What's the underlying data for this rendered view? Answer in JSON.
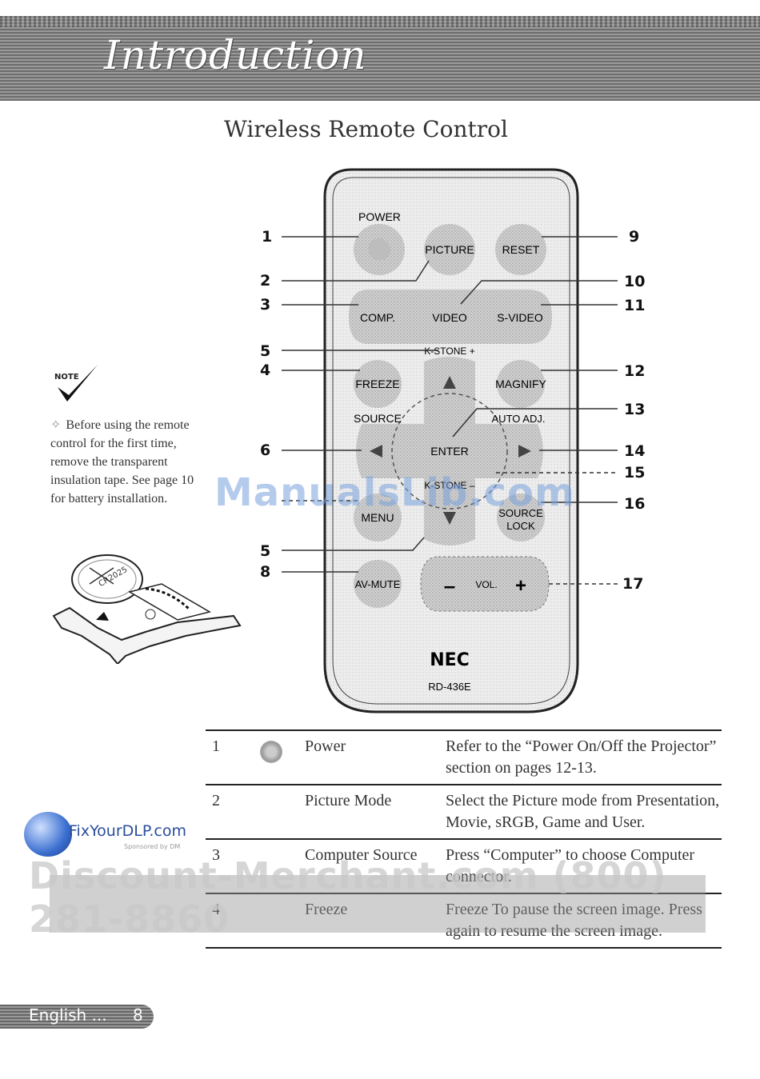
{
  "header": {
    "title": "Introduction"
  },
  "section": {
    "title": "Wireless Remote Control"
  },
  "note": {
    "label": "NOTE",
    "text": "Before using the remote control for the first time, remove the transparent insulation tape. See page 10 for battery installation."
  },
  "remote": {
    "buttons": {
      "power": "POWER",
      "picture": "PICTURE",
      "reset": "RESET",
      "comp": "COMP.",
      "video": "VIDEO",
      "svideo": "S-VIDEO",
      "kstone_plus": "K-STONE +",
      "freeze": "FREEZE",
      "magnify": "MAGNIFY",
      "source": "SOURCE",
      "auto_adj": "AUTO ADJ.",
      "enter": "ENTER",
      "kstone_minus": "K-STONE –",
      "menu": "MENU",
      "source_lock_1": "SOURCE",
      "source_lock_2": "LOCK",
      "av_mute": "AV-MUTE",
      "vol": "VOL.",
      "vol_minus": "–",
      "vol_plus": "+"
    },
    "brand": "NEC",
    "model": "RD-436E"
  },
  "callouts": {
    "c1": "1",
    "c2": "2",
    "c3": "3",
    "c5a": "5",
    "c4": "4",
    "c6": "6",
    "c5b": "5",
    "c8": "8",
    "c9": "9",
    "c10": "10",
    "c11": "11",
    "c12": "12",
    "c13": "13",
    "c14": "14",
    "c15": "15",
    "c16": "16",
    "c17": "17"
  },
  "table": {
    "rows": [
      {
        "num": "1",
        "name": "Power",
        "desc": "Refer to the “Power On/Off the Projector” section on pages 12-13."
      },
      {
        "num": "2",
        "name": "Picture Mode",
        "desc": "Select the Picture mode from Presentation, Movie, sRGB, Game and User."
      },
      {
        "num": "3",
        "name": "Computer Source",
        "desc": "Press “Computer” to choose Computer connector."
      },
      {
        "num": "4",
        "name": "Freeze",
        "desc": "Freeze To pause the screen image. Press again to resume the screen image."
      }
    ]
  },
  "footer": {
    "language": "English ...",
    "page": "8"
  },
  "watermarks": {
    "manualslib": "ManualsLib.com",
    "fixyourdlp": "FixYourDLP.com",
    "fixyourdlp_sub": "Sponsored by DM",
    "discount": "Discount-Merchant.com (800) 281-8860"
  }
}
